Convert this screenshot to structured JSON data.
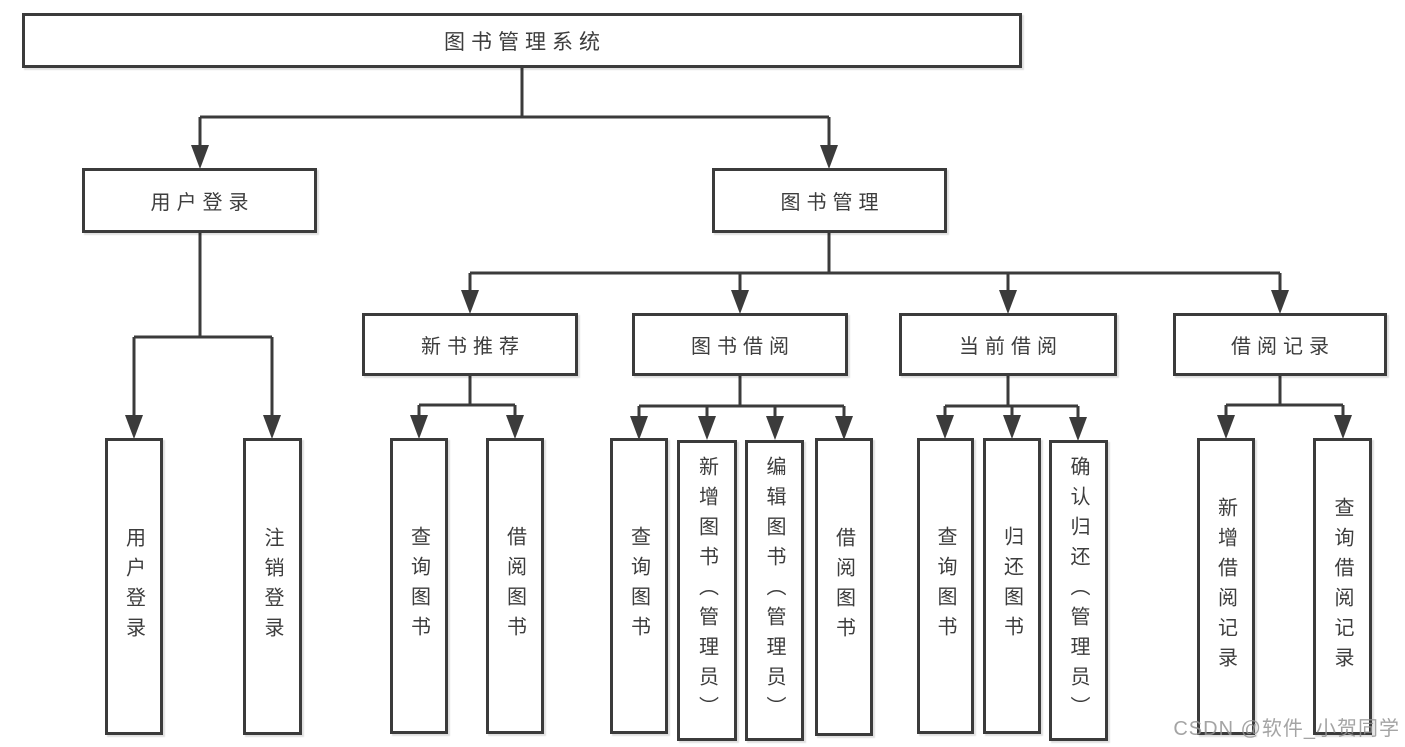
{
  "diagram_title": "图书管理系统",
  "tree": {
    "root": {
      "label": "图书管理系统",
      "children": [
        {
          "label": "用户登录",
          "children": [
            {
              "label": "用户登录"
            },
            {
              "label": "注销登录"
            }
          ]
        },
        {
          "label": "图书管理",
          "children": [
            {
              "label": "新书推荐",
              "children": [
                {
                  "label": "查询图书"
                },
                {
                  "label": "借阅图书"
                }
              ]
            },
            {
              "label": "图书借阅",
              "children": [
                {
                  "label": "查询图书"
                },
                {
                  "label": "新增图书（管理员）"
                },
                {
                  "label": "编辑图书（管理员）"
                },
                {
                  "label": "借阅图书"
                }
              ]
            },
            {
              "label": "当前借阅",
              "children": [
                {
                  "label": "查询图书"
                },
                {
                  "label": "归还图书"
                },
                {
                  "label": "确认归还（管理员）"
                }
              ]
            },
            {
              "label": "借阅记录",
              "children": [
                {
                  "label": "新增借阅记录"
                },
                {
                  "label": "查询借阅记录"
                }
              ]
            }
          ]
        }
      ]
    }
  },
  "watermark": {
    "text": "CSDN @软件_小贺同学"
  },
  "colors": {
    "line": "#3b3b3b",
    "box_border": "#3b3b3b",
    "box_fill": "#ffffff",
    "text": "#3d3d3d",
    "watermark": "#949494",
    "background": "#ffffff"
  }
}
